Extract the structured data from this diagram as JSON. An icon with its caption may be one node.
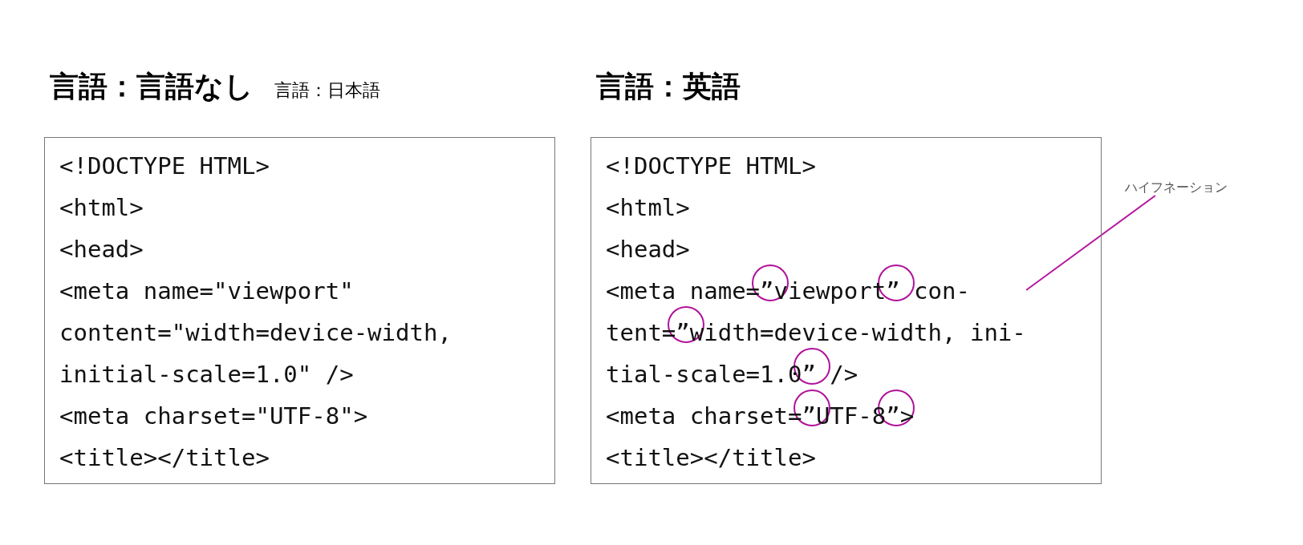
{
  "diagram": {
    "nodes": [
      {
        "text": [
          "言語：言語なし",
          "言語：日本語",
          "<!DOCTYPE HTML>",
          "<html>",
          "<head>",
          "<meta name=\"viewport\"",
          "content=\"width=device-width,",
          "initial-scale=1.0\" />",
          "<meta charset=\"UTF-8\">",
          "<title></title>"
        ]
      },
      {
        "text": [
          "言語：英語",
          "<!DOCTYPE HTML>",
          "<html>",
          "<head>",
          "<meta name=”viewport” con-",
          "tent=”width=device-width, ini-",
          "tial-scale=1.0” />",
          "<meta charset=”UTF-8”>",
          "<title></title>"
        ]
      },
      {
        "text": [
          "ハイフネーション"
        ]
      }
    ],
    "edges": [
      {
        "from": 2,
        "to": 1,
        "arrow": "none",
        "color": "#b5179e"
      }
    ]
  }
}
